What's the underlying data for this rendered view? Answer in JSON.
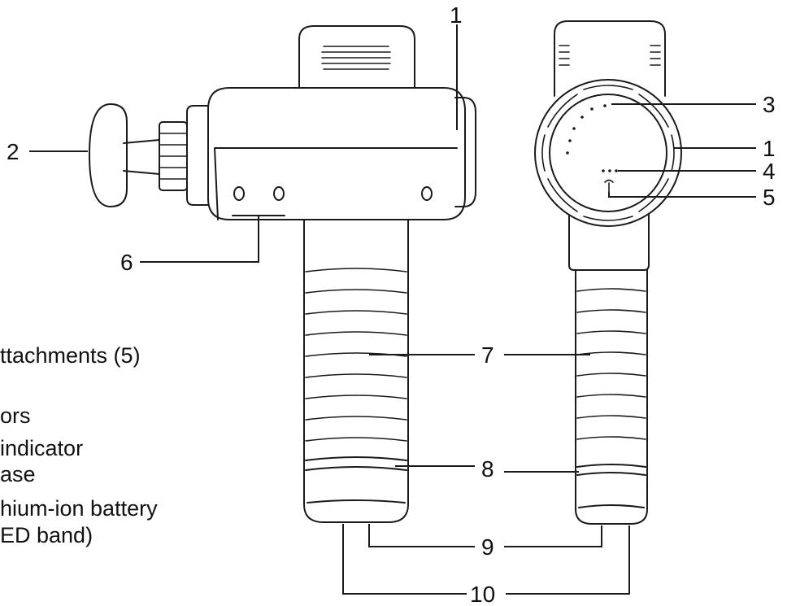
{
  "callouts": {
    "c1_side": "1",
    "c2": "2",
    "c6": "6",
    "c7": "7",
    "c8": "8",
    "c9": "9",
    "c10": "10",
    "c3": "3",
    "c1_back": "1",
    "c4": "4",
    "c5": "5"
  },
  "legend": [
    "ttachments (5)",
    "ors",
    " indicator",
    "ase",
    "hium-ion battery",
    "ED band)"
  ]
}
